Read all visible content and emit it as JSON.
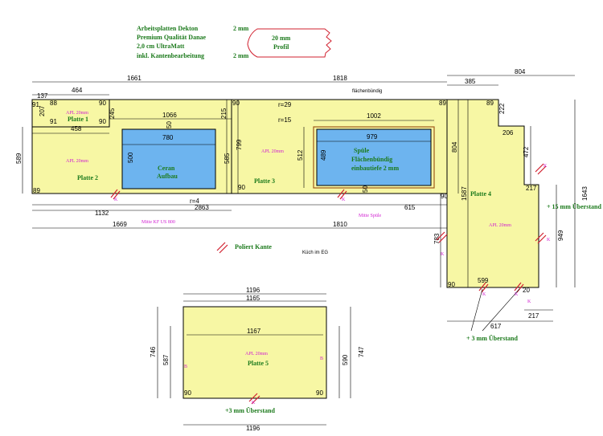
{
  "header": {
    "line1": "Arbeitsplatten Dekton",
    "line2": "Premium Qualität Danae",
    "line3": "2,0 cm UltraMatt",
    "line4": "inkl. Kantenbearbeitung",
    "val1": "2 mm",
    "val4": "2 mm",
    "profile_value": "20 mm",
    "profile_label": "Profil"
  },
  "labels": {
    "flaechenbuendig": "flächenbündig",
    "poliert_kante": "Poliert Kante",
    "kuech_im_eg": "Küch im EG",
    "ueberstand_15": "+ 15 mm Überstand",
    "ueberstand_3a": "+ 3 mm Überstand",
    "ueberstand_3b": "+3 mm Überstand",
    "mitte_kf": "Mitte KF US 800",
    "mitte_spuele": "Mitte Spüle"
  },
  "plates": {
    "p1": {
      "name": "Platte 1",
      "material": "APL 20mm"
    },
    "p2": {
      "name": "Platte 2",
      "material": "APL 20mm"
    },
    "p3": {
      "name": "Platte 3",
      "material": "APL 20mm"
    },
    "p4": {
      "name": "Platte 4",
      "material": "APL 20mm"
    },
    "p5": {
      "name": "Platte 5",
      "material": "APL 20mm"
    }
  },
  "cutouts": {
    "ceran_line1": "Ceran",
    "ceran_line2": "Aufbau",
    "spuele_line1": "Spüle",
    "spuele_line2": "Flächenbündig",
    "spuele_line3": "einbautiefe 2 mm"
  },
  "dims": {
    "d1661": "1661",
    "d1818": "1818",
    "d804": "804",
    "d385": "385",
    "d464": "464",
    "d137": "137",
    "d88": "88",
    "d207": "207",
    "d91a": "91",
    "d91b": "91",
    "d90a": "90",
    "d90b": "90",
    "d90c": "90",
    "d90d": "90",
    "d90e": "90",
    "d90f": "90",
    "d458": "458",
    "d1066": "1066",
    "d780": "780",
    "d245": "245",
    "d50": "50",
    "d500": "500",
    "d589": "589",
    "d89a": "89",
    "d89b": "89",
    "d89c": "89",
    "d215": "215",
    "d585": "585",
    "d799": "799",
    "r29": "r=29",
    "r15": "r=15",
    "d1002": "1002",
    "d979": "979",
    "d512": "512",
    "d489": "489",
    "d50b": "50",
    "d804b": "804",
    "d1587": "1587",
    "d222": "222",
    "d206": "206",
    "d472": "472",
    "d217a": "217",
    "d217b": "217",
    "d1643": "1643",
    "d949": "949",
    "d783": "783",
    "d599": "599",
    "d617": "617",
    "d20": "20",
    "r4": "r=4",
    "d2863": "2863",
    "d1132": "1132",
    "d615": "615",
    "d1669": "1669",
    "d1810": "1810",
    "d1196a": "1196",
    "d1165": "1165",
    "d1167": "1167",
    "d746": "746",
    "d587": "587",
    "d590": "590",
    "d747": "747",
    "d1196b": "1196"
  },
  "edge_marks": {
    "k": "K",
    "b": "B"
  }
}
